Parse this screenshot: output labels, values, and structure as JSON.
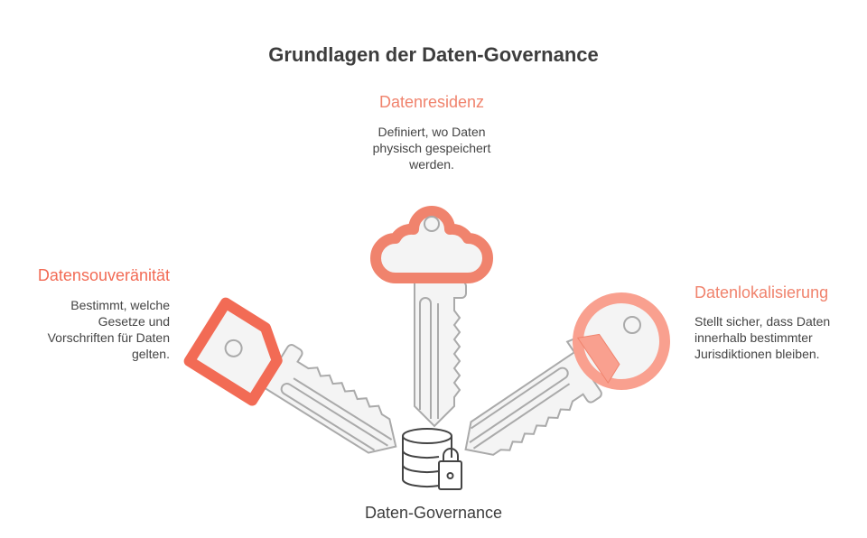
{
  "title": "Grundlagen der Daten-Governance",
  "center": {
    "label": "Daten-Governance"
  },
  "items": [
    {
      "title": "Datenresidenz",
      "lines": [
        "Definiert, wo Daten",
        "physisch gespeichert",
        "werden."
      ]
    },
    {
      "title": "Datensouveränität",
      "lines": [
        "Bestimmt, welche",
        "Gesetze und",
        "Vorschriften für Daten",
        "gelten."
      ]
    },
    {
      "title": "Datenlokalisierung",
      "lines": [
        "Stellt sicher, dass Daten",
        "innerhalb bestimmter",
        "Jurisdiktionen bleiben."
      ]
    }
  ],
  "colors": {
    "accent": "#f0836d",
    "accent_dark": "#f26b55",
    "accent_light": "#f9a08f",
    "key_fill": "#f4f4f4",
    "key_stroke": "#aaaaaa"
  }
}
